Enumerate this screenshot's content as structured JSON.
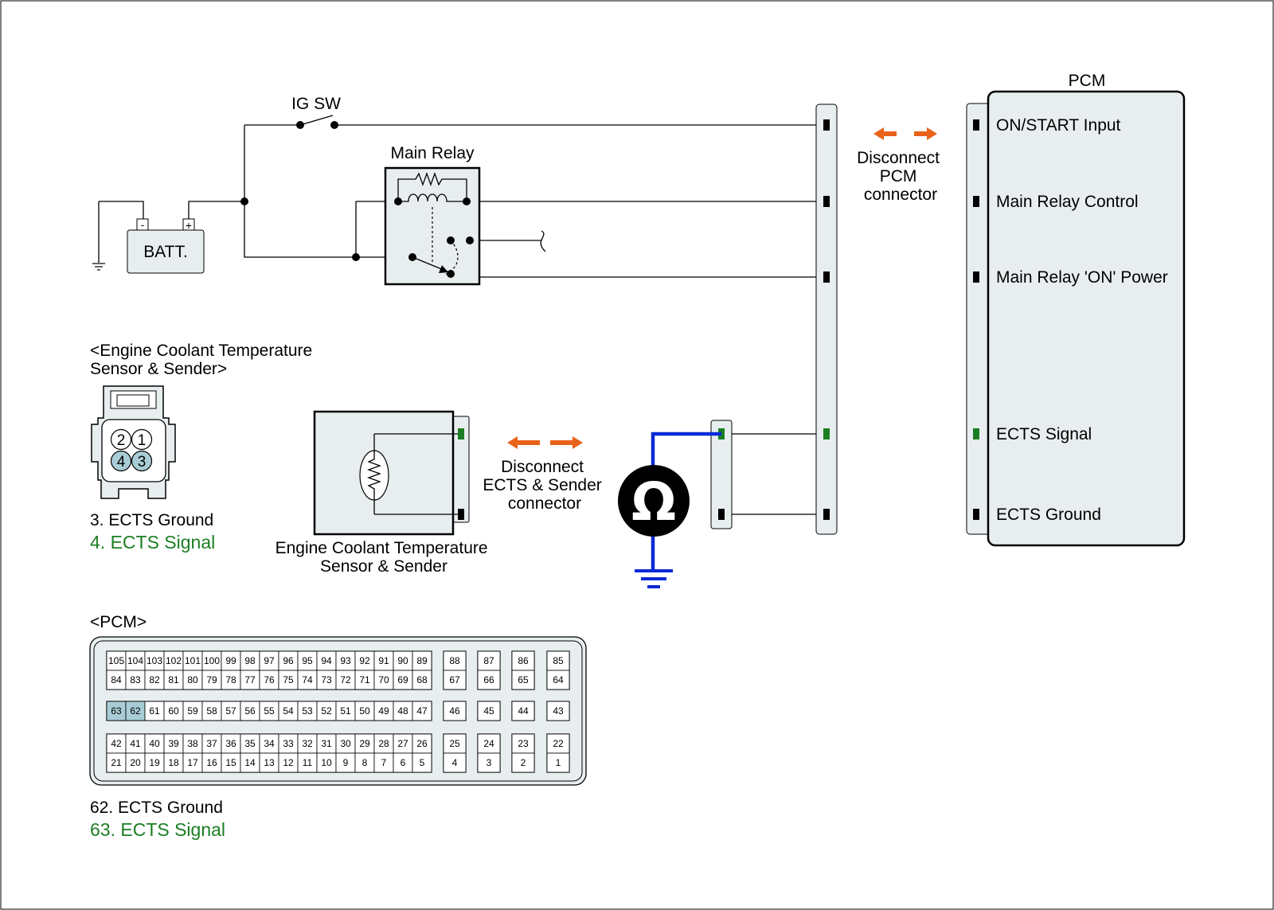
{
  "labels": {
    "ig_sw": "IG SW",
    "main_relay": "Main Relay",
    "batt": "BATT.",
    "batt_minus": "-",
    "batt_plus": "+",
    "pcm_title": "PCM",
    "disconnect_pcm": [
      "Disconnect",
      "PCM",
      "connector"
    ],
    "disconnect_ects": [
      "Disconnect",
      "ECTS & Sender",
      "connector"
    ],
    "sensor_box_label": [
      "Engine Coolant Temperature",
      "Sensor & Sender"
    ],
    "ohm_symbol": "Ω"
  },
  "pcm_pins": [
    {
      "label": "ON/START Input",
      "color": "#000000"
    },
    {
      "label": "Main Relay Control",
      "color": "#000000"
    },
    {
      "label": "Main Relay 'ON' Power",
      "color": "#000000"
    },
    {
      "label": "ECTS Signal",
      "color": "#1b7e22"
    },
    {
      "label": "ECTS Ground",
      "color": "#000000"
    }
  ],
  "ects_connector": {
    "title": [
      "<Engine Coolant Temperature",
      "Sensor & Sender>"
    ],
    "pins": [
      "2",
      "1",
      "4",
      "3"
    ],
    "notes": [
      {
        "text": "3. ECTS Ground",
        "color": "#000000"
      },
      {
        "text": "4. ECTS Signal",
        "color": "#1b7e22"
      }
    ]
  },
  "pcm_connector": {
    "title": "<PCM>",
    "rows": [
      {
        "main": [
          "105",
          "104",
          "103",
          "102",
          "101",
          "100",
          "99",
          "98",
          "97",
          "96",
          "95",
          "94",
          "93",
          "92",
          "91",
          "90",
          "89"
        ],
        "side": [
          "88",
          "87",
          "86",
          "85"
        ]
      },
      {
        "main": [
          "84",
          "83",
          "82",
          "81",
          "80",
          "79",
          "78",
          "77",
          "76",
          "75",
          "74",
          "73",
          "72",
          "71",
          "70",
          "69",
          "68"
        ],
        "side": [
          "67",
          "66",
          "65",
          "64"
        ]
      },
      {
        "main": [
          "63",
          "62",
          "61",
          "60",
          "59",
          "58",
          "57",
          "56",
          "55",
          "54",
          "53",
          "52",
          "51",
          "50",
          "49",
          "48",
          "47"
        ],
        "side": [
          "46",
          "45",
          "44",
          "43"
        ]
      },
      {
        "main": [
          "42",
          "41",
          "40",
          "39",
          "38",
          "37",
          "36",
          "35",
          "34",
          "33",
          "32",
          "31",
          "30",
          "29",
          "28",
          "27",
          "26"
        ],
        "side": [
          "25",
          "24",
          "23",
          "22"
        ]
      },
      {
        "main": [
          "21",
          "20",
          "19",
          "18",
          "17",
          "16",
          "15",
          "14",
          "13",
          "12",
          "11",
          "10",
          "9",
          "8",
          "7",
          "6",
          "5"
        ],
        "side": [
          "4",
          "3",
          "2",
          "1"
        ]
      }
    ],
    "highlight": [
      "63",
      "62"
    ],
    "notes": [
      {
        "text": "62. ECTS Ground",
        "color": "#000000"
      },
      {
        "text": "63. ECTS Signal",
        "color": "#1b7e22"
      }
    ]
  },
  "colors": {
    "arrow": "#e8621a",
    "meter_wire": "#0a2ad6",
    "signal_green": "#1b7e22",
    "connector_fill": "#e8eeef",
    "highlight_pin": "#a9cdd6"
  }
}
